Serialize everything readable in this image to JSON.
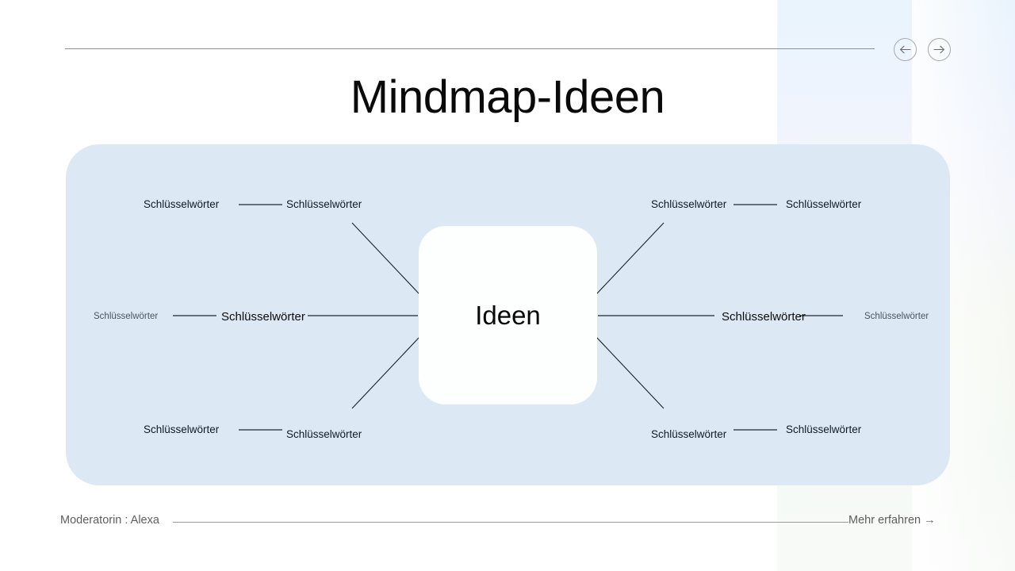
{
  "header": {
    "title": "Mindmap-Ideen",
    "nav": {
      "prev_label": "←",
      "next_label": "→"
    }
  },
  "mindmap": {
    "center": {
      "label": "Ideen"
    },
    "branches": {
      "top_left_inner": "Schlüsselwörter",
      "top_left_outer": "Schlüsselwörter",
      "top_right_inner": "Schlüsselwörter",
      "top_right_outer": "Schlüsselwörter",
      "mid_left_inner": "Schlüsselwörter",
      "mid_left_far": "Schlüsselwörter",
      "mid_right_inner": "Schlüsselwörter",
      "mid_right_far": "Schlüsselwörter",
      "bottom_left_inner": "Schlüsselwörter",
      "bottom_left_outer": "Schlüsselwörter",
      "bottom_right_inner": "Schlüsselwörter",
      "bottom_right_outer": "Schlüsselwörter"
    }
  },
  "footer": {
    "moderator": "Moderatorin : Alexa",
    "more_link": "Mehr erfahren →"
  },
  "colors": {
    "panel_bg": "#dce9f5",
    "center_card_bg": "#fdfefe",
    "line": "#1b2734",
    "title_text": "#0a0a0a",
    "footer_text": "#5e5e5e",
    "rule": "#8e8e8e"
  }
}
